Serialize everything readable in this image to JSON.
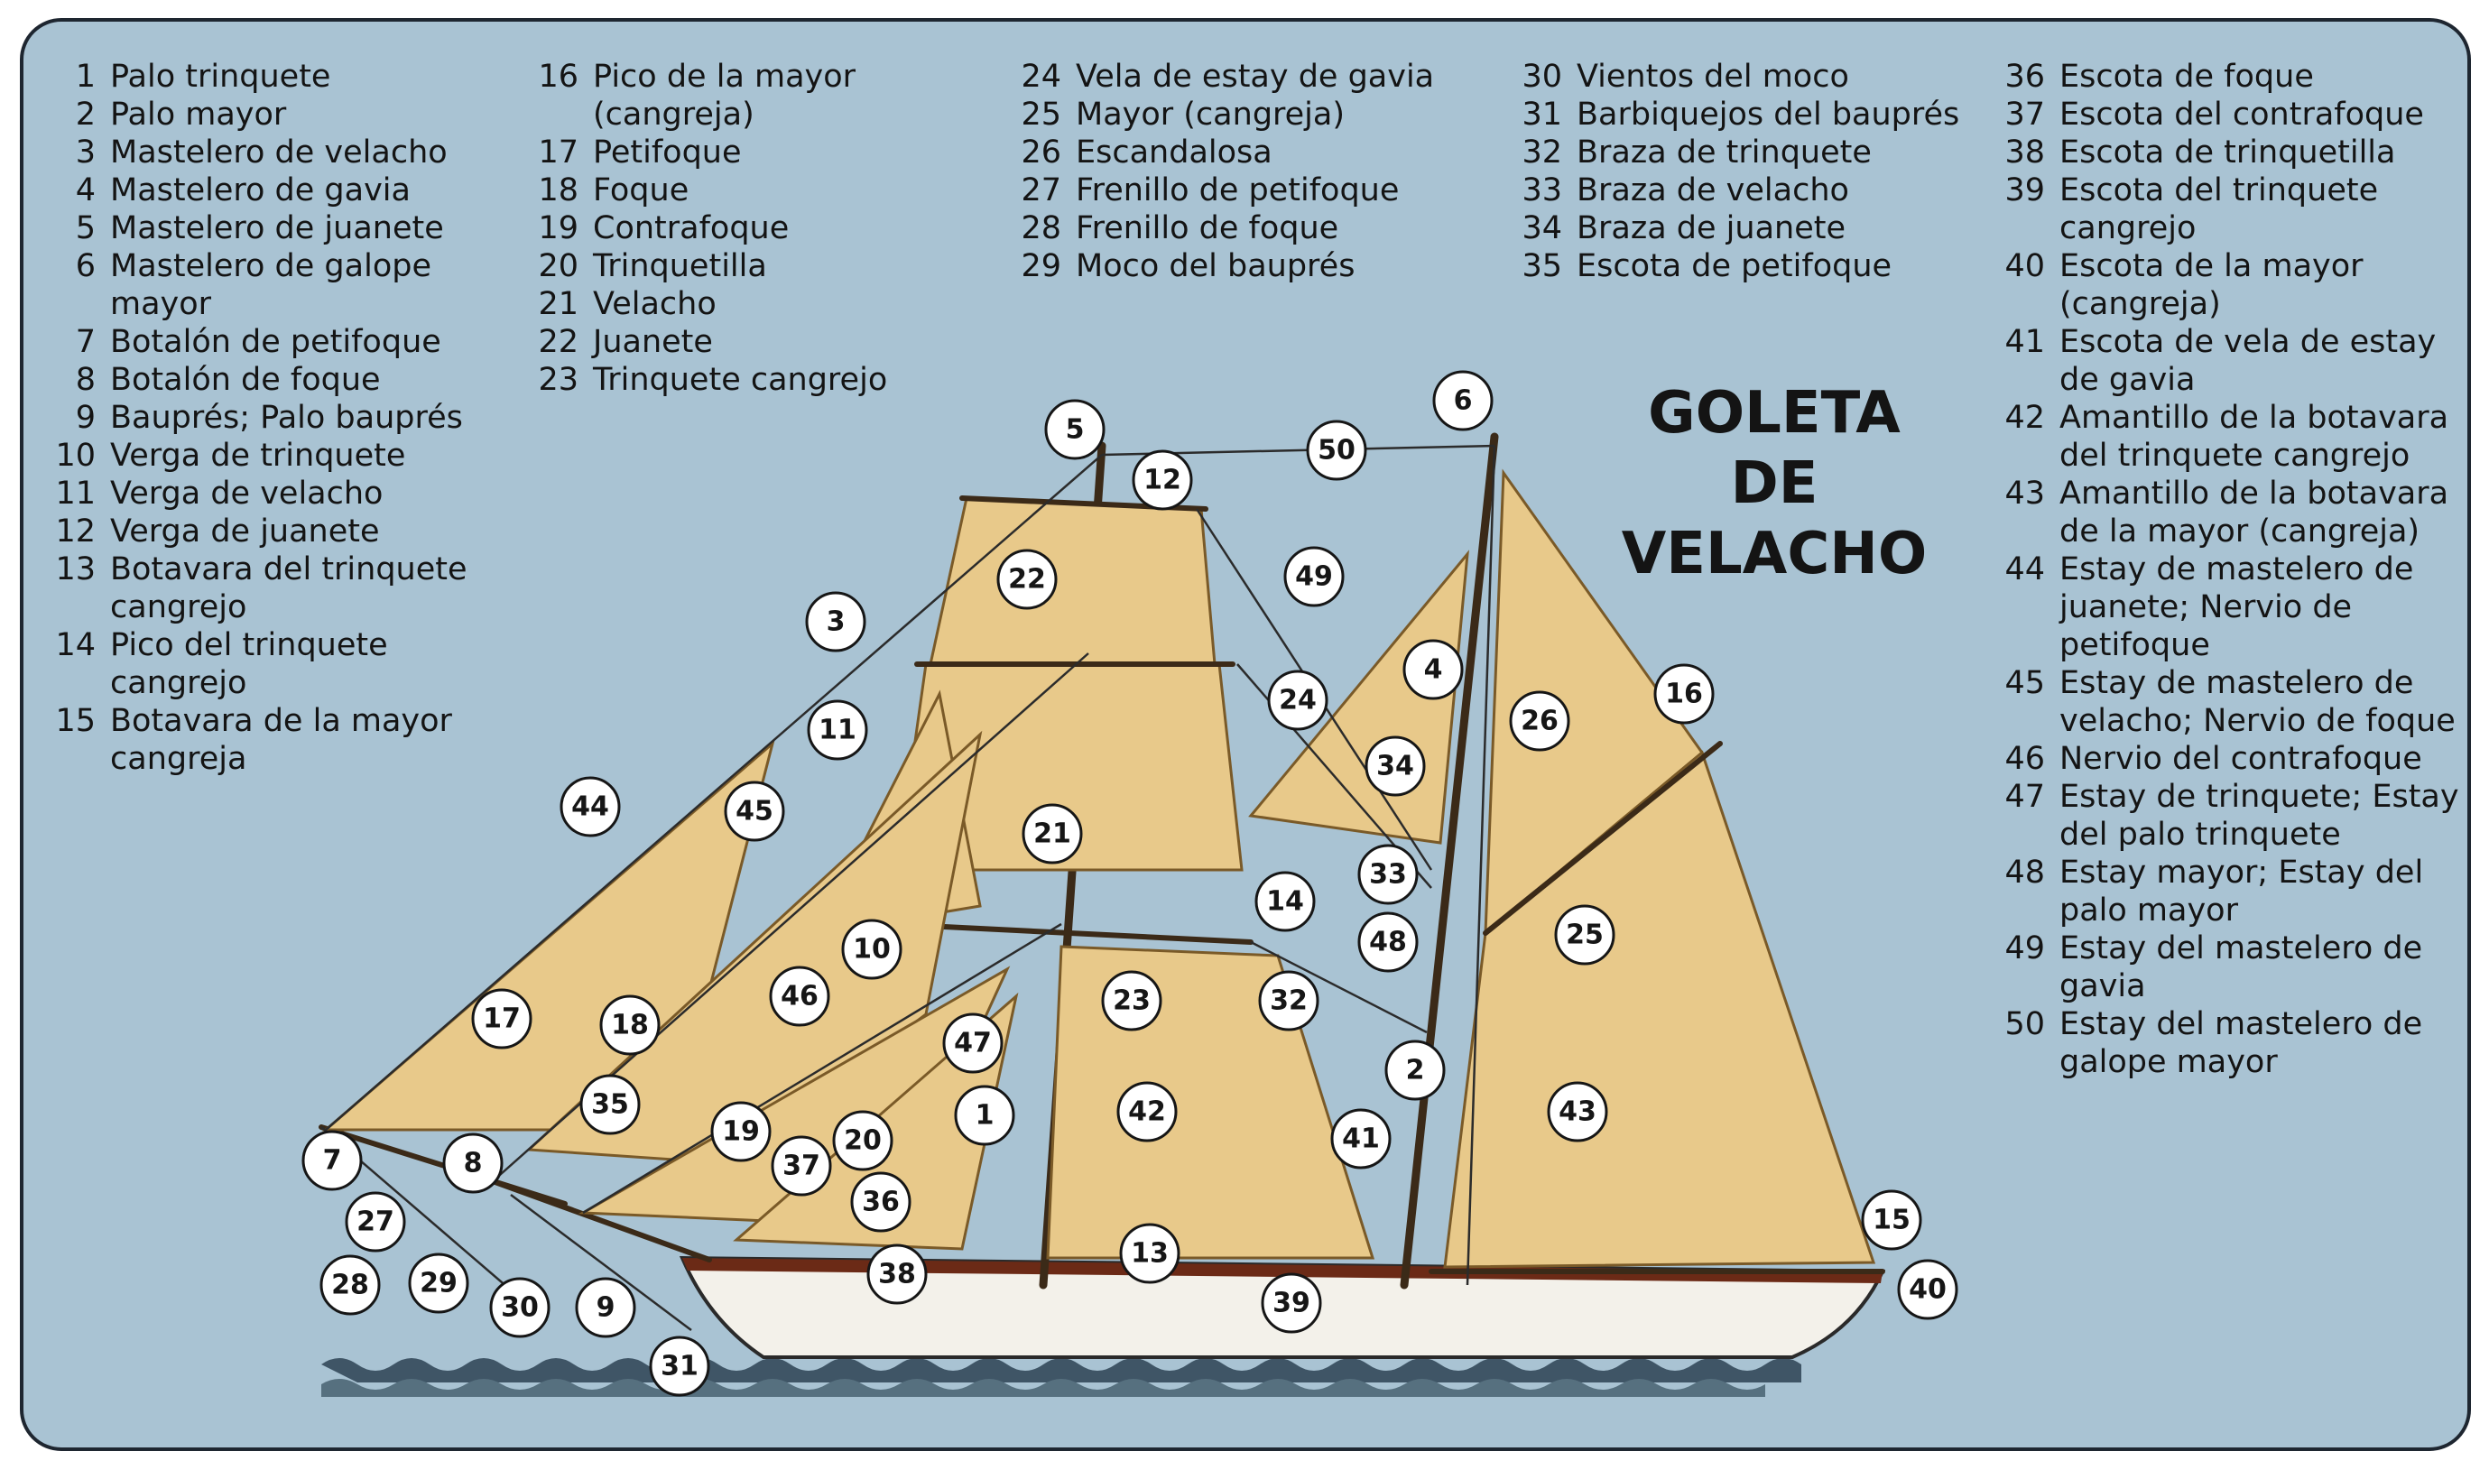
{
  "title_lines": [
    "GOLETA",
    "DE",
    "VELACHO"
  ],
  "legend": [
    {
      "n": "1",
      "t": "Palo trinquete"
    },
    {
      "n": "2",
      "t": "Palo mayor"
    },
    {
      "n": "3",
      "t": "Mastelero de velacho"
    },
    {
      "n": "4",
      "t": "Mastelero de gavia"
    },
    {
      "n": "5",
      "t": "Mastelero de juanete"
    },
    {
      "n": "6",
      "t": "Mastelero de galope mayor"
    },
    {
      "n": "7",
      "t": "Botalón de petifoque"
    },
    {
      "n": "8",
      "t": "Botalón de foque"
    },
    {
      "n": "9",
      "t": "Bauprés; Palo bauprés"
    },
    {
      "n": "10",
      "t": "Verga de trinquete"
    },
    {
      "n": "11",
      "t": "Verga de velacho"
    },
    {
      "n": "12",
      "t": "Verga de juanete"
    },
    {
      "n": "13",
      "t": "Botavara del trinquete cangrejo"
    },
    {
      "n": "14",
      "t": "Pico del trinquete cangrejo"
    },
    {
      "n": "15",
      "t": "Botavara de la mayor cangreja"
    },
    {
      "n": "16",
      "t": "Pico de la mayor (cangreja)"
    },
    {
      "n": "17",
      "t": "Petifoque"
    },
    {
      "n": "18",
      "t": "Foque"
    },
    {
      "n": "19",
      "t": "Contrafoque"
    },
    {
      "n": "20",
      "t": "Trinquetilla"
    },
    {
      "n": "21",
      "t": "Velacho"
    },
    {
      "n": "22",
      "t": "Juanete"
    },
    {
      "n": "23",
      "t": "Trinquete cangrejo"
    },
    {
      "n": "24",
      "t": "Vela de estay de gavia"
    },
    {
      "n": "25",
      "t": "Mayor (cangreja)"
    },
    {
      "n": "26",
      "t": "Escandalosa"
    },
    {
      "n": "27",
      "t": "Frenillo de petifoque"
    },
    {
      "n": "28",
      "t": "Frenillo de foque"
    },
    {
      "n": "29",
      "t": "Moco del bauprés"
    },
    {
      "n": "30",
      "t": "Vientos del moco"
    },
    {
      "n": "31",
      "t": "Barbiquejos del bauprés"
    },
    {
      "n": "32",
      "t": "Braza de trinquete"
    },
    {
      "n": "33",
      "t": "Braza de velacho"
    },
    {
      "n": "34",
      "t": "Braza de juanete"
    },
    {
      "n": "35",
      "t": "Escota de petifoque"
    },
    {
      "n": "36",
      "t": "Escota de foque"
    },
    {
      "n": "37",
      "t": "Escota del contrafoque"
    },
    {
      "n": "38",
      "t": "Escota de trinquetilla"
    },
    {
      "n": "39",
      "t": "Escota del trinquete cangrejo"
    },
    {
      "n": "40",
      "t": "Escota de la mayor (cangreja)"
    },
    {
      "n": "41",
      "t": "Escota de vela de estay de gavia"
    },
    {
      "n": "42",
      "t": "Amantillo de la botavara del trinquete cangrejo"
    },
    {
      "n": "43",
      "t": "Amantillo de la botavara de la mayor (cangreja)"
    },
    {
      "n": "44",
      "t": "Estay de mastelero de juanete; Nervio de petifoque"
    },
    {
      "n": "45",
      "t": "Estay de mastelero de velacho; Nervio de foque"
    },
    {
      "n": "46",
      "t": "Nervio del contrafoque"
    },
    {
      "n": "47",
      "t": "Estay de trinquete; Estay del palo trinquete"
    },
    {
      "n": "48",
      "t": "Estay mayor; Estay del palo mayor"
    },
    {
      "n": "49",
      "t": "Estay del mastelero de gavia"
    },
    {
      "n": "50",
      "t": "Estay del mastelero de galope mayor"
    }
  ],
  "callouts": [
    "1",
    "2",
    "3",
    "4",
    "5",
    "6",
    "7",
    "8",
    "9",
    "10",
    "11",
    "12",
    "13",
    "14",
    "15",
    "16",
    "17",
    "18",
    "19",
    "20",
    "21",
    "22",
    "23",
    "24",
    "25",
    "26",
    "27",
    "28",
    "29",
    "30",
    "31",
    "32",
    "33",
    "34",
    "35",
    "36",
    "37",
    "38",
    "39",
    "40",
    "41",
    "42",
    "43",
    "44",
    "45",
    "46",
    "47",
    "48",
    "49",
    "50"
  ],
  "colors": {
    "background": "#a9c3d3",
    "sail": "#e8c98a",
    "hull": "#f3f1ea",
    "hull_stripe": "#6b2a16",
    "sea": "#3f5566"
  }
}
